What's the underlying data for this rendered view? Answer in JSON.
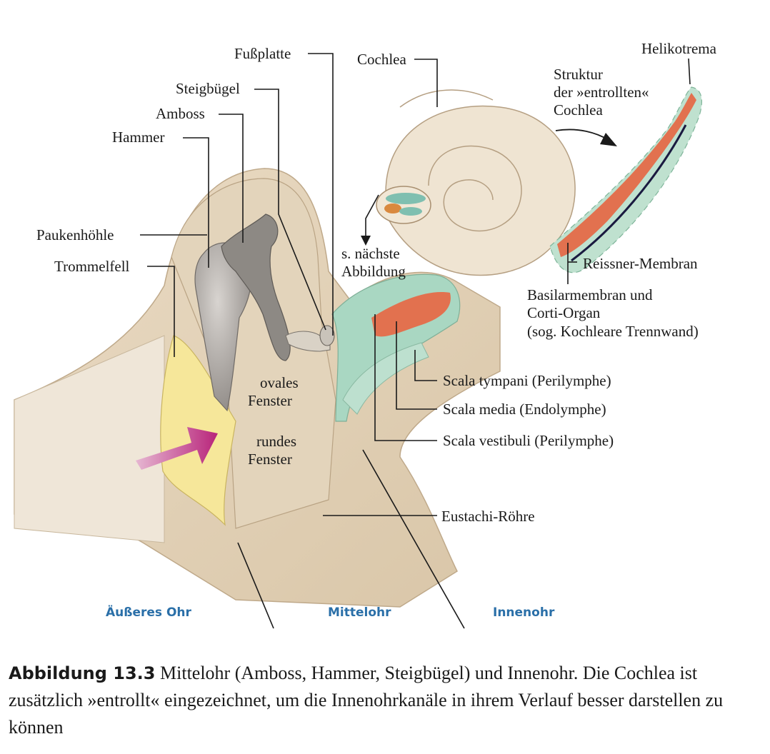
{
  "labels": {
    "fussplatte": "Fußplatte",
    "cochlea": "Cochlea",
    "helikotrema": "Helikotrema",
    "steigbuegel": "Steigbügel",
    "amboss": "Amboss",
    "hammer": "Hammer",
    "struktur_1": "Struktur",
    "struktur_2": "der »entrollten«",
    "struktur_3": "Cochlea",
    "paukenhoehle": "Paukenhöhle",
    "trommelfell": "Trommelfell",
    "naechste_1": "s. nächste",
    "naechste_2": "Abbildung",
    "reissner": "Reissner-Membran",
    "basilar_1": "Basilarmembran und",
    "basilar_2": "Corti-Organ",
    "basilar_3": "(sog. Kochleare Trennwand)",
    "ovales_1": "ovales",
    "ovales_2": "Fenster",
    "scala_tympani": "Scala tympani (Perilymphe)",
    "scala_media": "Scala media (Endolymphe)",
    "rundes_1": "rundes",
    "rundes_2": "Fenster",
    "scala_vestibuli": "Scala vestibuli (Perilymphe)",
    "eustachi": "Eustachi-Röhre"
  },
  "regions": {
    "outer": "Äußeres Ohr",
    "middle": "Mittelohr",
    "inner": "Innenohr"
  },
  "caption": {
    "number": "Abbildung 13.3",
    "text": " Mittelohr (Amboss, Hammer, Steigbügel) und Innenohr. Die Cochlea ist zusätzlich »entrollt« eingezeichnet, um die Innenohrkanäle in ihrem Verlauf besser darstellen zu können"
  },
  "colors": {
    "region_label": "#2a6fa8",
    "tissue": "#e6d7bf",
    "cochlea": "#efe4d2",
    "eardrum": "#f6e79a",
    "ossicle": "#a8a4a0",
    "perilymph": "#a9d7c2",
    "endolymph": "#e2714f",
    "arrow": "#c23a86"
  }
}
